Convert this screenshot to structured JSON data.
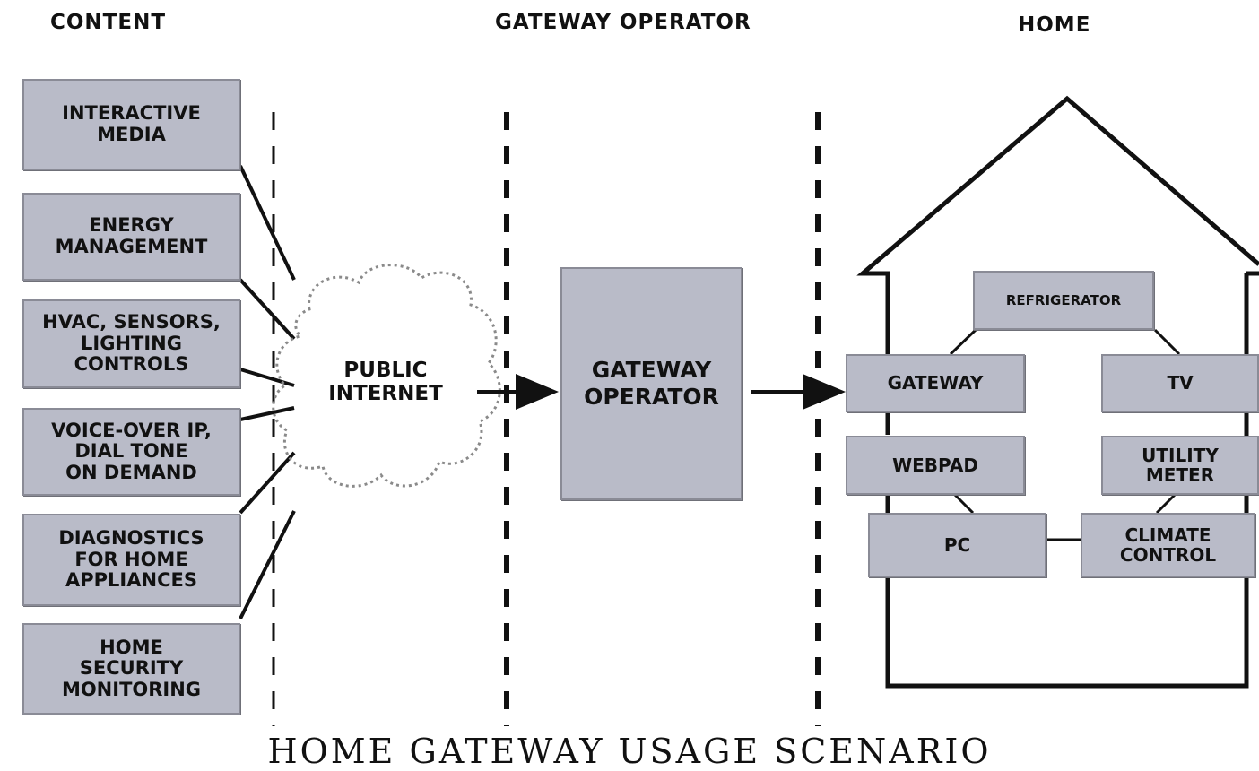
{
  "columns": {
    "content": "CONTENT",
    "gateway_operator": "GATEWAY OPERATOR",
    "home": "HOME"
  },
  "content_services": [
    "INTERACTIVE\nMEDIA",
    "ENERGY\nMANAGEMENT",
    "HVAC, SENSORS,\nLIGHTING\nCONTROLS",
    "VOICE-OVER IP,\nDIAL TONE\nON DEMAND",
    "DIAGNOSTICS\nFOR HOME\nAPPLIANCES",
    "HOME\nSECURITY\nMONITORING"
  ],
  "cloud": {
    "label": "PUBLIC\nINTERNET"
  },
  "operator": {
    "label": "GATEWAY\nOPERATOR"
  },
  "home_devices": {
    "refrigerator": "REFRIGERATOR",
    "gateway": "GATEWAY",
    "tv": "TV",
    "webpad": "WEBPAD",
    "utility_meter": "UTILITY\nMETER",
    "pc": "PC",
    "climate_control": "CLIMATE\nCONTROL"
  },
  "caption": "HOME GATEWAY USAGE SCENARIO"
}
